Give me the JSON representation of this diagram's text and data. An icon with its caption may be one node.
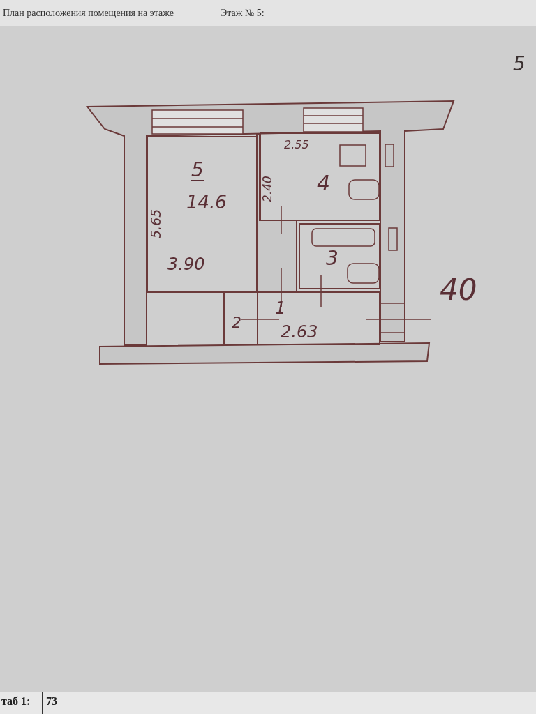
{
  "diagram": {
    "nodes": [
      {
        "text": [
          "5",
          "14.6",
          "5.65",
          "3.90"
        ]
      },
      {
        "text": [
          "2.55",
          "2.40",
          "4"
        ]
      },
      {
        "text": [
          "3"
        ]
      },
      {
        "text": [
          "1",
          "2.63"
        ]
      },
      {
        "text": [
          "2"
        ]
      }
    ],
    "labels": [
      "План расположения помещения на этаже",
      "Этаж № 5:",
      "5",
      "40",
      "таб 1:",
      "73"
    ]
  }
}
